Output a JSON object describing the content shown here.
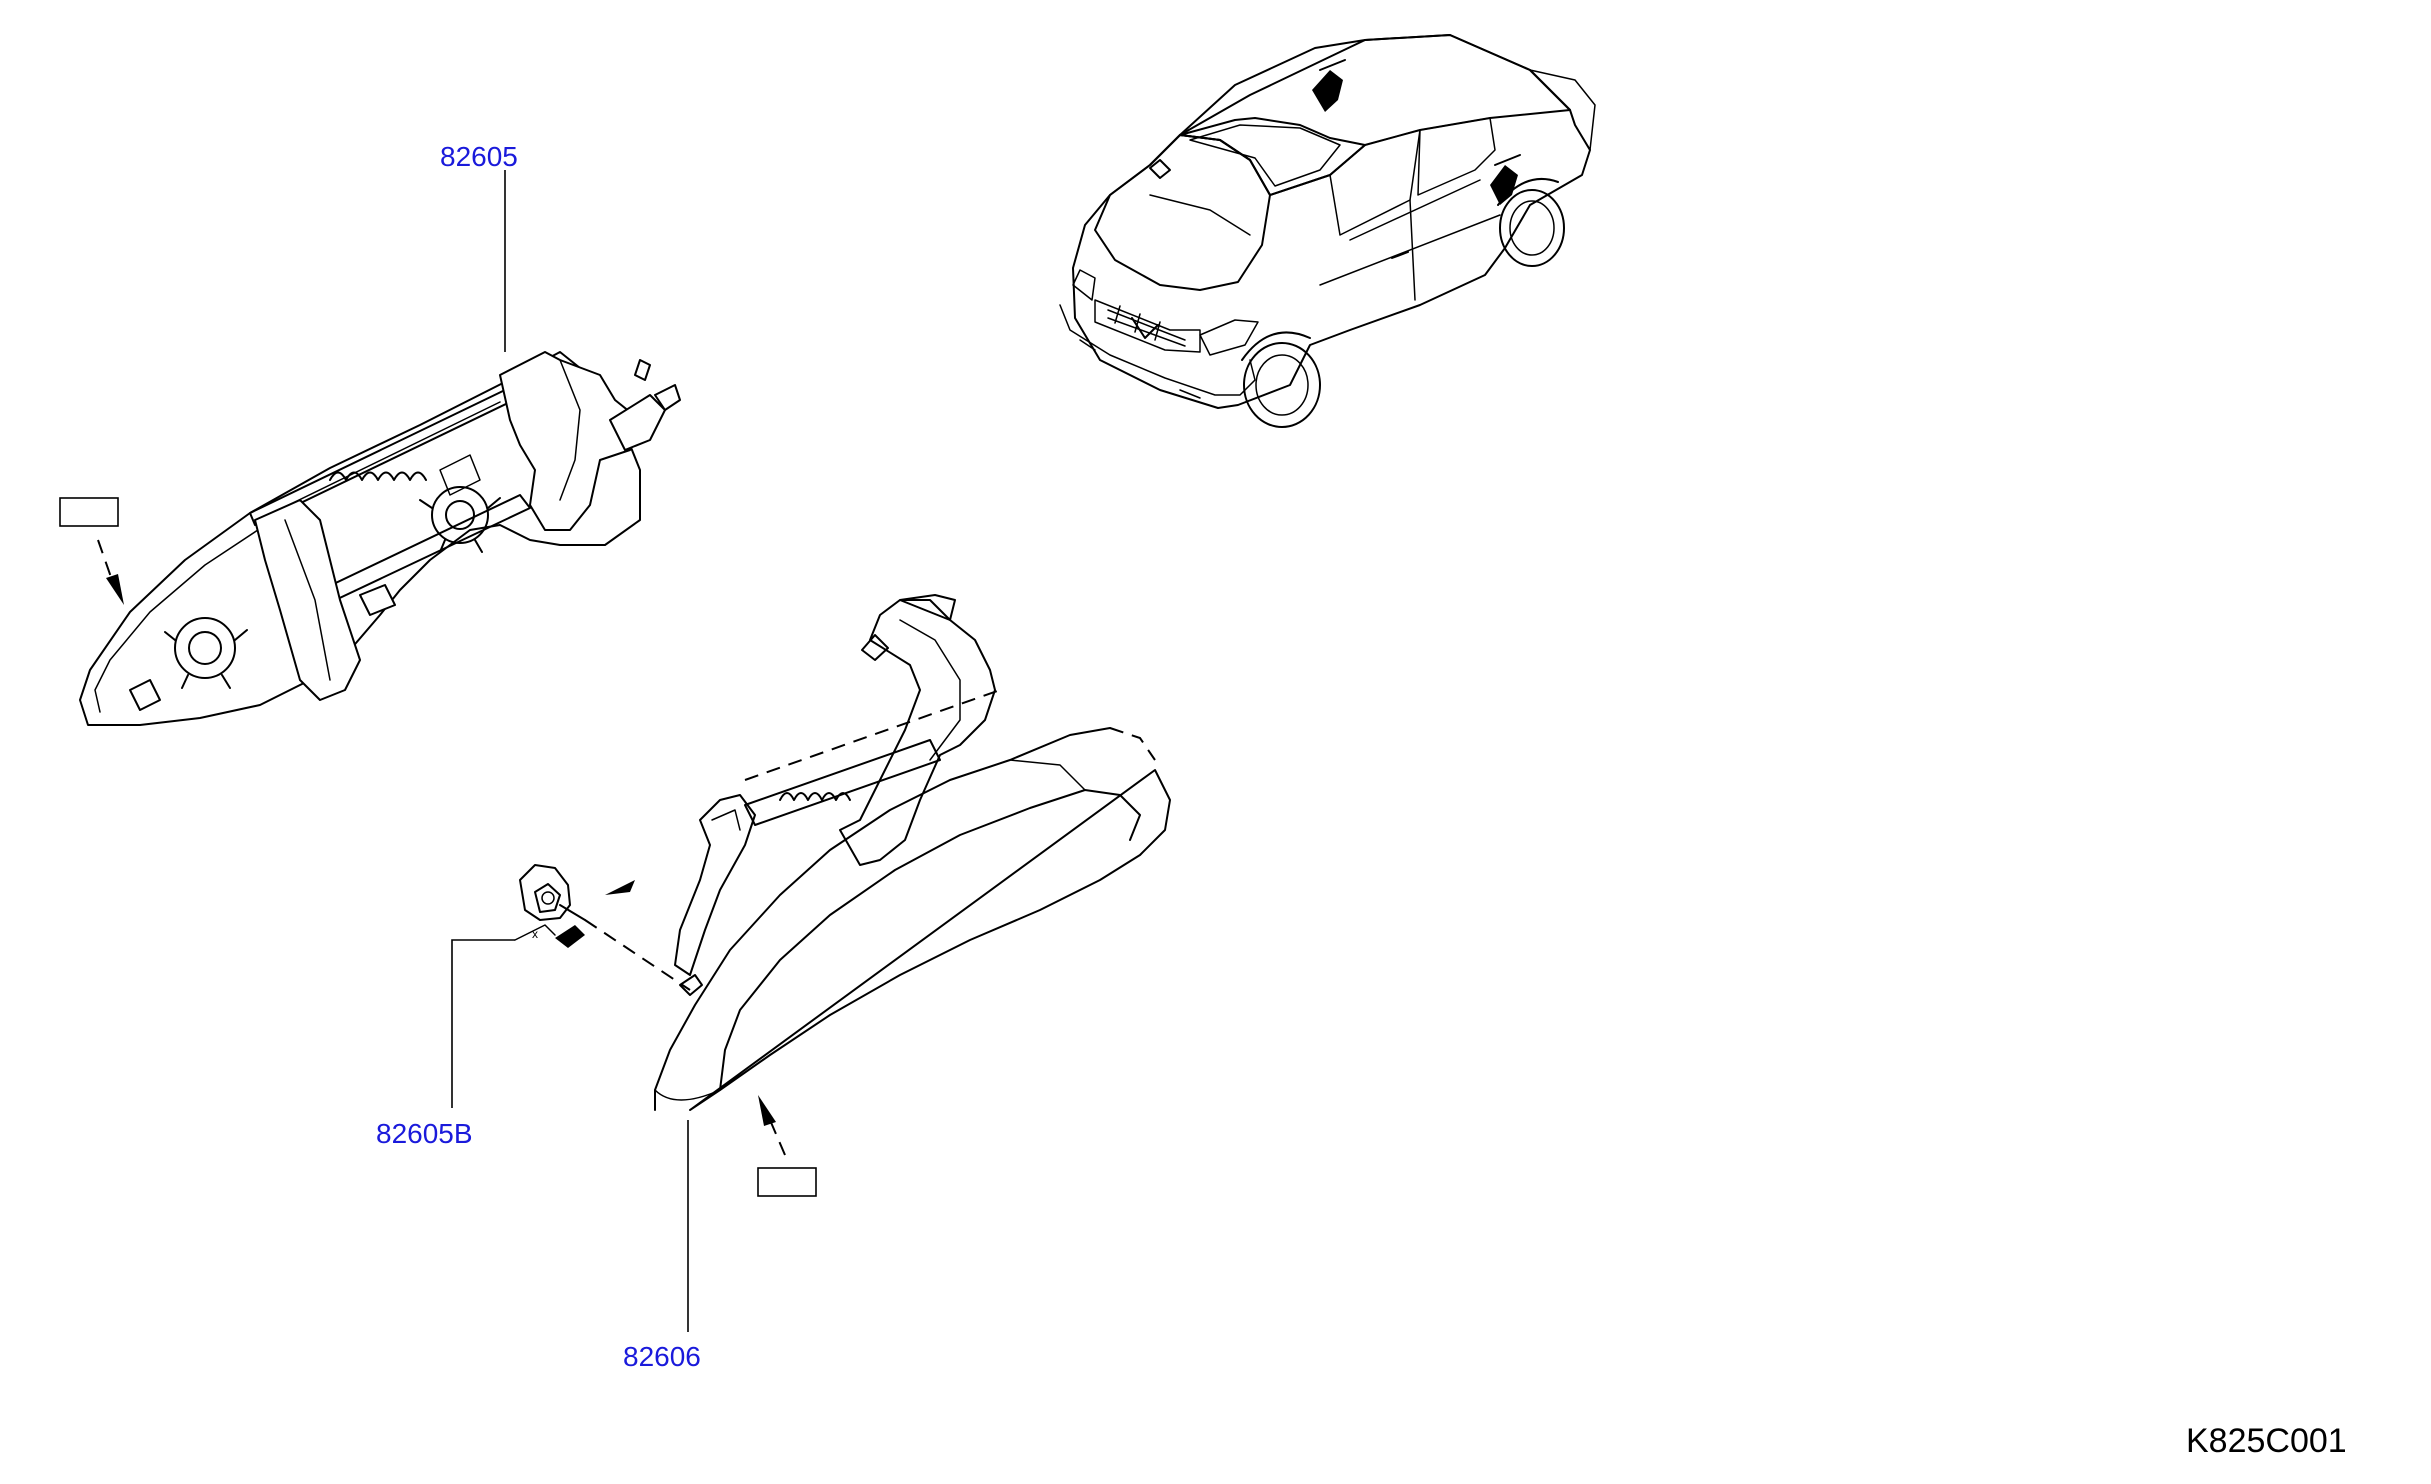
{
  "parts": {
    "outer_handle_inner": "82605",
    "escutcheon": "82605B",
    "outer_handle_grip": "82606"
  },
  "illustration_code": "K825C001",
  "colors": {
    "part_number_text": "#1a1adb",
    "line_art": "#000000",
    "background": "#ffffff"
  }
}
